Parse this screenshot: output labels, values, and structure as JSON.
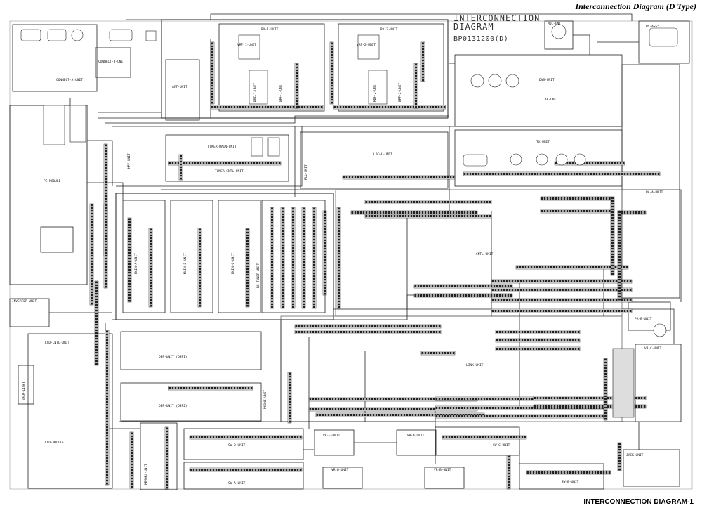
{
  "header": {
    "title": "Interconnection Diagram (D Type)",
    "diagram_title_line1": "INTERCONNECTION",
    "diagram_title_line2": "DIAGRAM",
    "diagram_number": "BP0131200(D)"
  },
  "footer": {
    "label": "INTERCONNECTION DIAGRAM-1"
  },
  "units": {
    "connect_a": "CONNECT-A-UNIT",
    "connect_b": "CONNECT-B-UNIT",
    "pc_module": "PC-MODULE",
    "inverter": "INVERTER-UNIT",
    "lcd_cntl": "LCD-CNTL-UNIT",
    "lcd_module": "LCD-MODULE",
    "back_light": "BACK-LIGHT",
    "ant": "ANT-UNIT",
    "rx1": "RX-1-UNIT",
    "rx2": "RX-2-UNIT",
    "vrf1": "VRF-1-UNIT",
    "vrf2": "VRF-2-UNIT",
    "rdf1": "RDF-1-UNIT",
    "rdf2": "RDF-2-UNIT",
    "bpf1": "BPF-1-UNIT",
    "bpf2": "BPF-2-UNIT",
    "tuner_main": "TUNER-MAIN-UNIT",
    "tuner_cntl": "TUNER-CNTL-UNIT",
    "local": "LOCAL-UNIT",
    "af": "AF-UNIT",
    "dvs": "DVS-UNIT",
    "tx": "TX-UNIT",
    "pa_a": "PA-A-UNIT",
    "pa_b": "PA-B-UNIT",
    "ps_assy": "PS-ASSY",
    "mic": "MIC-UNIT",
    "cntl": "CNTL-UNIT",
    "link": "LINK-UNIT",
    "dsp_dsp1": "DSP-UNIT (DSP1)",
    "dsp_dsp2": "DSP-UNIT (DSP2)",
    "main_a": "MAIN-A-UNIT",
    "main_b": "MAIN-B-UNIT",
    "main_c": "MAIN-C-UNIT",
    "rx_tuner": "RX-TUNER-UNIT",
    "memory": "MEMORY-UNIT",
    "sw_a": "SW-A-UNIT",
    "sw_b": "SW-B-UNIT",
    "sw_c": "SW-C-UNIT",
    "sw_d": "SW-D-UNIT",
    "vr_a": "VR-A-UNIT",
    "vr_b": "VR-B-UNIT",
    "vr_c": "VR-C-UNIT",
    "vr_d": "VR-D-UNIT",
    "vr_e": "VR-E-UNIT",
    "jack": "JACK-UNIT",
    "phone": "PHONE-UNIT",
    "hpf": "HPF-UNIT",
    "pll": "PLL-UNIT"
  }
}
